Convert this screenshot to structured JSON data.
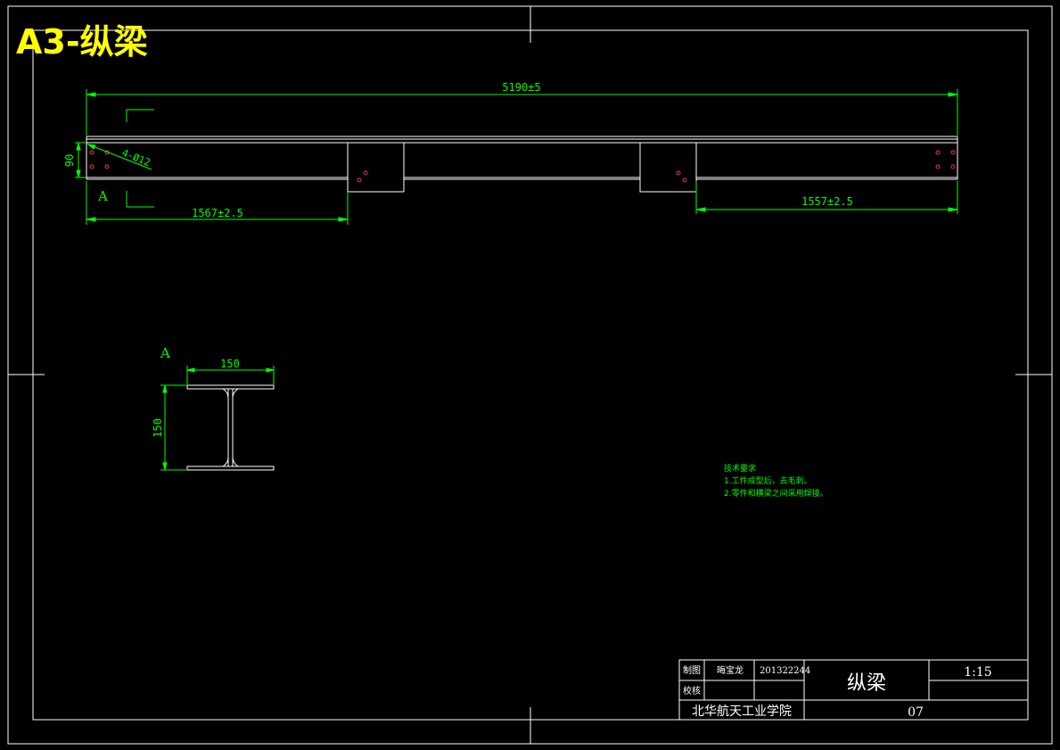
{
  "sheet_title": "A3-纵梁",
  "dimensions": {
    "overall_length": "5190±5",
    "left_length": "1567±2.5",
    "right_length": "1557±2.5",
    "height": "90",
    "holes": "4-Ø12",
    "section_width": "150",
    "section_height": "150"
  },
  "view_labels": {
    "section_marker": "A",
    "section_view": "A"
  },
  "tech_requirements": {
    "heading": "技术要求",
    "line1": "1.工件成型后，去毛刺。",
    "line2": "2.零件和横梁之间采用焊接。"
  },
  "title_block": {
    "drawn_label": "制图",
    "drawn_by": "晦宝龙",
    "student_id": "201322244",
    "check_label": "校核",
    "part_name": "纵梁",
    "scale": "1:15",
    "school": "北华航天工业学院",
    "drawing_no": "07"
  },
  "colors": {
    "background": "#000000",
    "lines": "#ffffff",
    "dimensions": "#00ff00",
    "title": "#ffff00",
    "holes": "#ff3333"
  }
}
